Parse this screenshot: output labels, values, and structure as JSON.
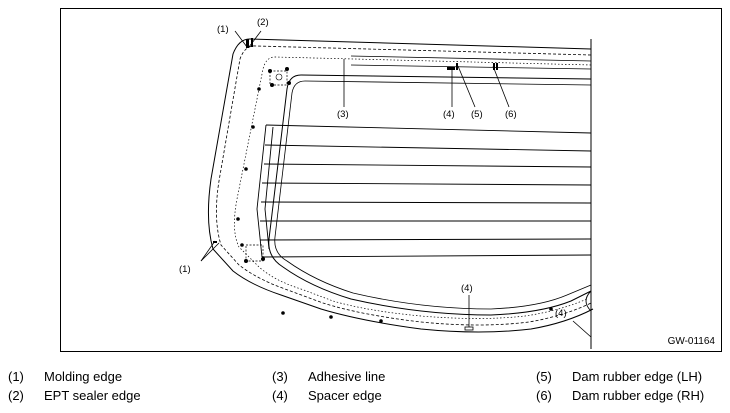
{
  "figure": {
    "id_label": "GW-01164",
    "callouts": [
      {
        "key": "c1a",
        "text": "(1)"
      },
      {
        "key": "c2",
        "text": "(2)"
      },
      {
        "key": "c3",
        "text": "(3)"
      },
      {
        "key": "c4a",
        "text": "(4)"
      },
      {
        "key": "c5",
        "text": "(5)"
      },
      {
        "key": "c6",
        "text": "(6)"
      },
      {
        "key": "c1b",
        "text": "(1)"
      },
      {
        "key": "c4b",
        "text": "(4)"
      },
      {
        "key": "c4c",
        "text": "(4)"
      }
    ]
  },
  "legend": [
    {
      "num": "(1)",
      "label": "Molding edge"
    },
    {
      "num": "(2)",
      "label": "EPT sealer edge"
    },
    {
      "num": "(3)",
      "label": "Adhesive line"
    },
    {
      "num": "(4)",
      "label": "Spacer edge"
    },
    {
      "num": "(5)",
      "label": "Dam rubber edge (LH)"
    },
    {
      "num": "(6)",
      "label": "Dam rubber edge (RH)"
    }
  ]
}
